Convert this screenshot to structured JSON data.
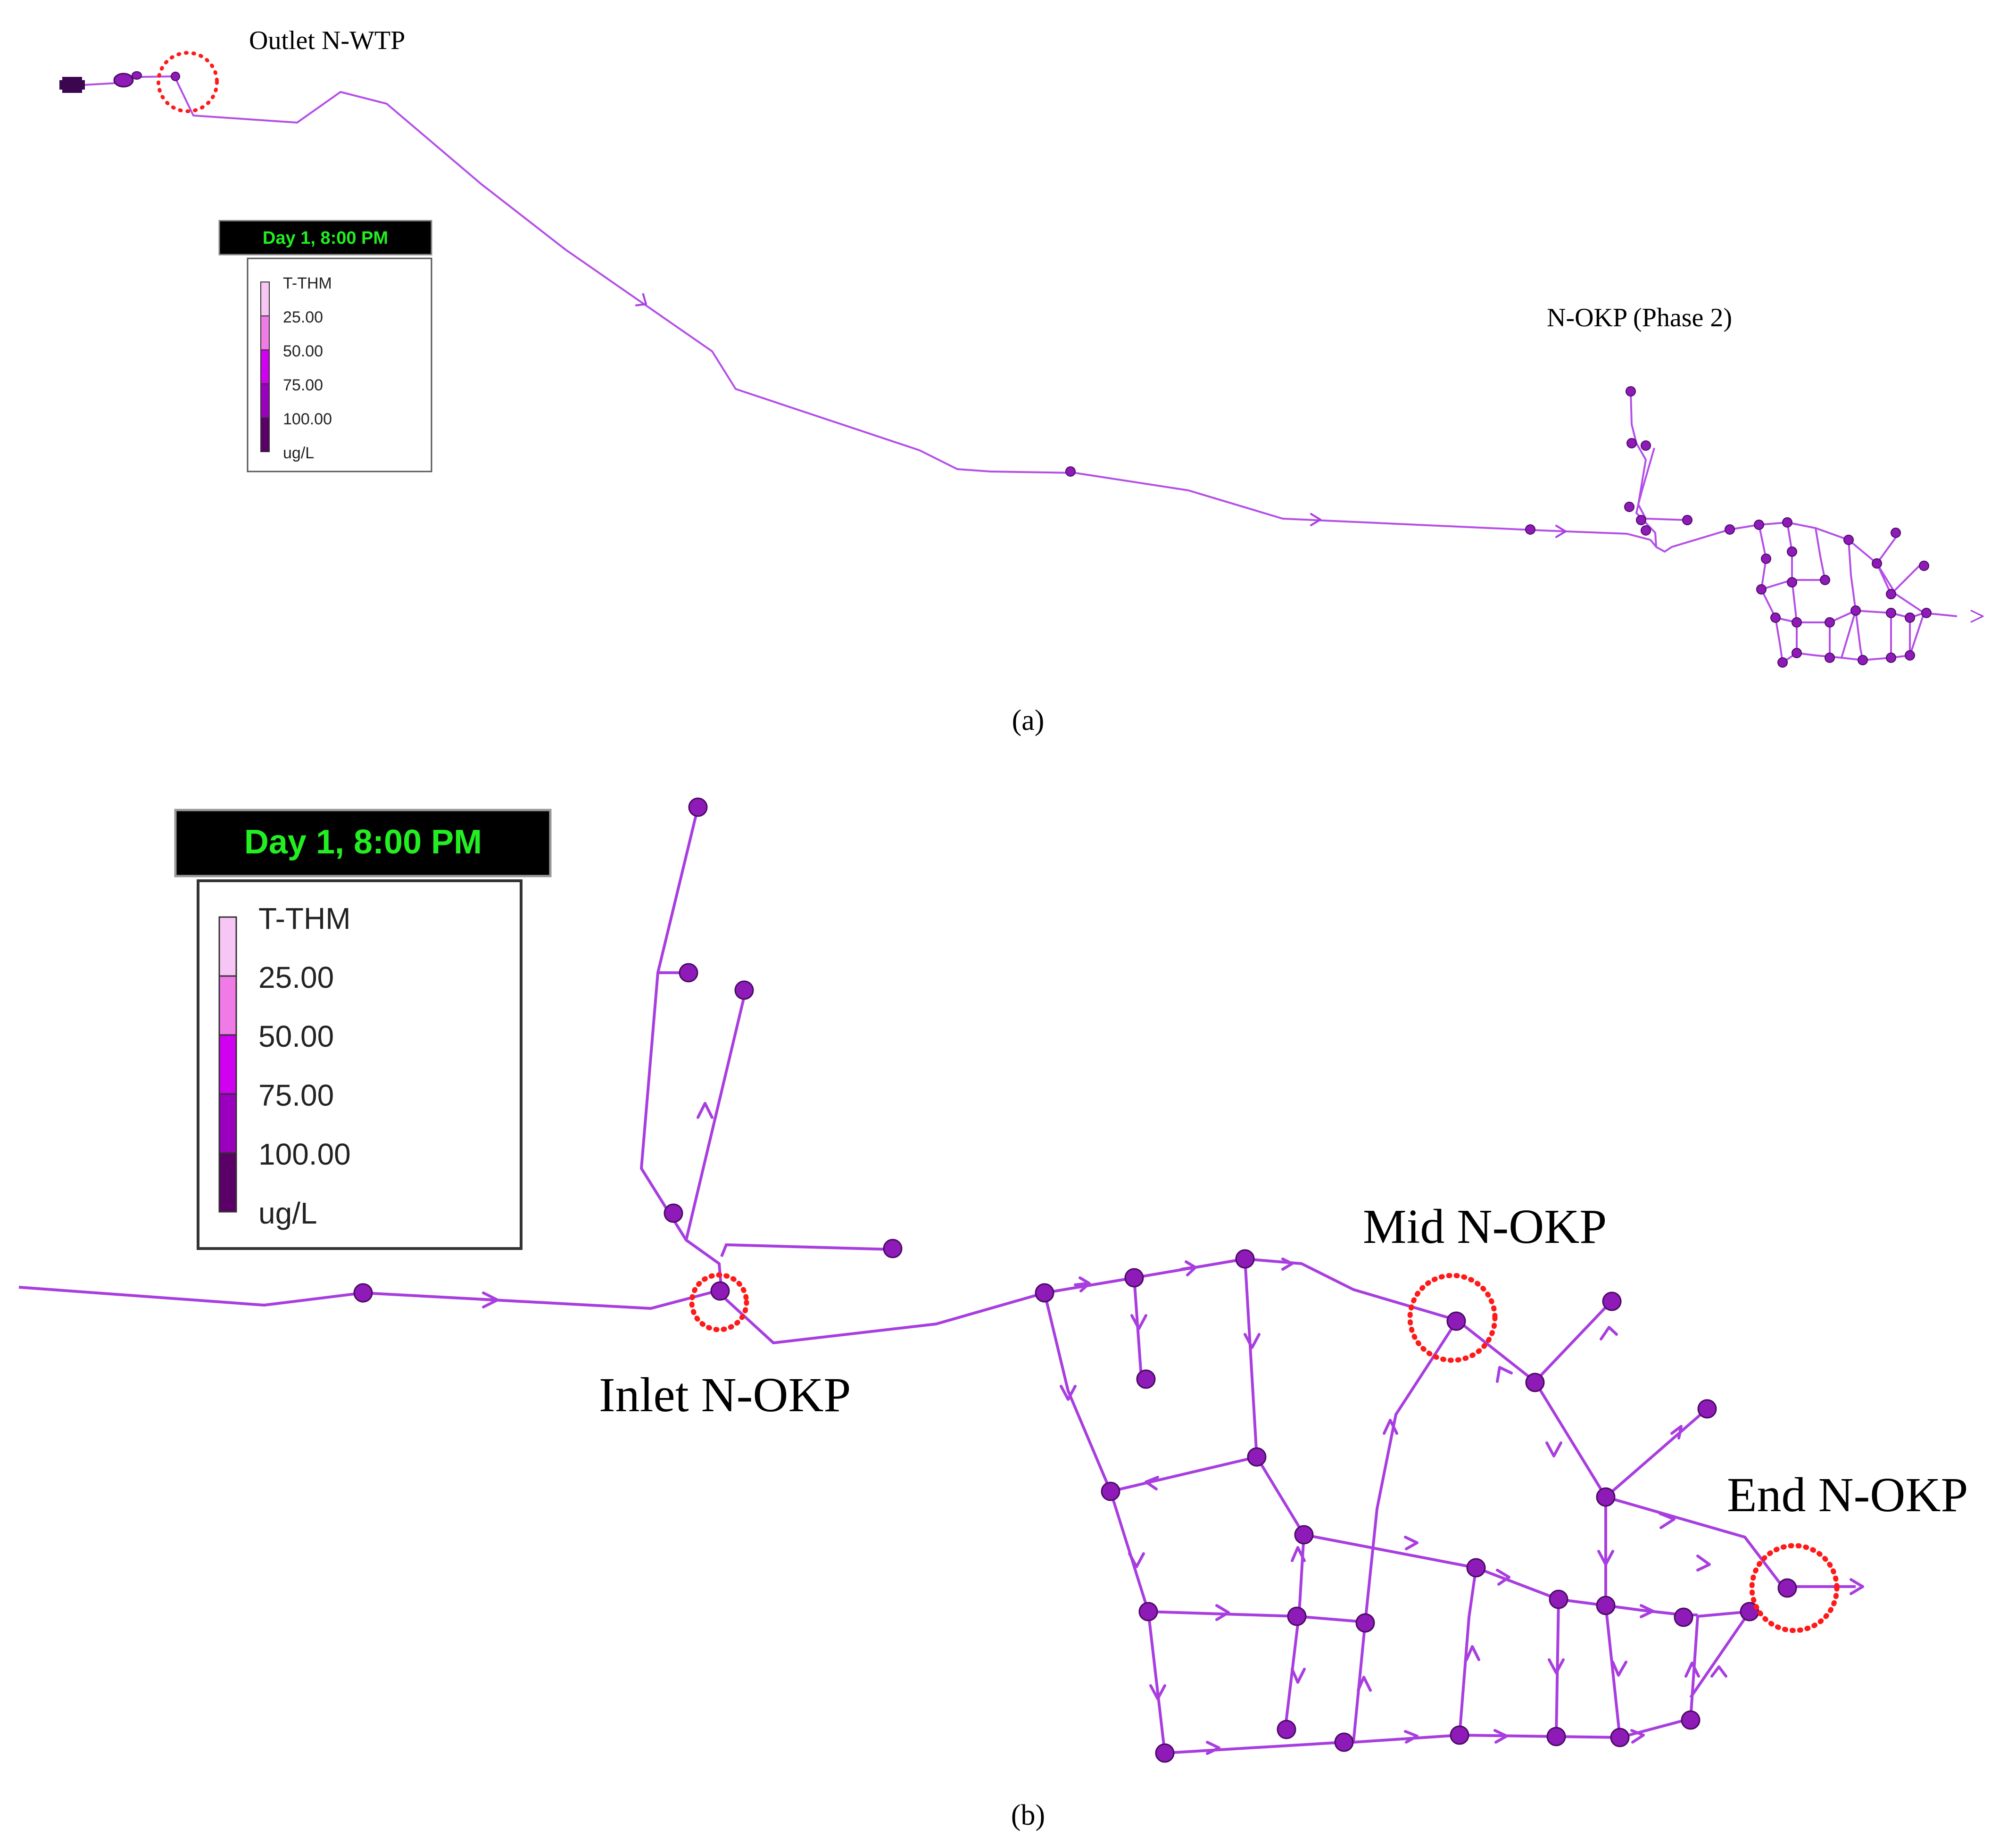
{
  "panel_a": {
    "caption": "(a)",
    "labels": {
      "outlet": "Outlet N-WTP",
      "nokp": "N-OKP (Phase 2)"
    },
    "legend": {
      "time": "Day 1, 8:00 PM",
      "title": "T-THM",
      "levels": [
        "25.00",
        "50.00",
        "75.00",
        "100.00"
      ],
      "unit": "ug/L",
      "colors": [
        "#f7c6f5",
        "#f07be6",
        "#d000f0",
        "#9a00bd",
        "#5a0066"
      ]
    }
  },
  "panel_b": {
    "caption": "(b)",
    "labels": {
      "inlet": "Inlet N-OKP",
      "mid": "Mid N-OKP",
      "end": "End N-OKP"
    },
    "legend": {
      "time": "Day 1, 8:00 PM",
      "title": "T-THM",
      "levels": [
        "25.00",
        "50.00",
        "75.00",
        "100.00"
      ],
      "unit": "ug/L",
      "colors": [
        "#f7c6f5",
        "#f07be6",
        "#d000f0",
        "#9a00bd",
        "#5a0066"
      ]
    }
  },
  "colors": {
    "pipe": "#b44ee8",
    "node": "#8e1ab8",
    "highlight": "#ff1a1a",
    "legend_header_bg": "#000000",
    "legend_header_text": "#22ee22"
  }
}
